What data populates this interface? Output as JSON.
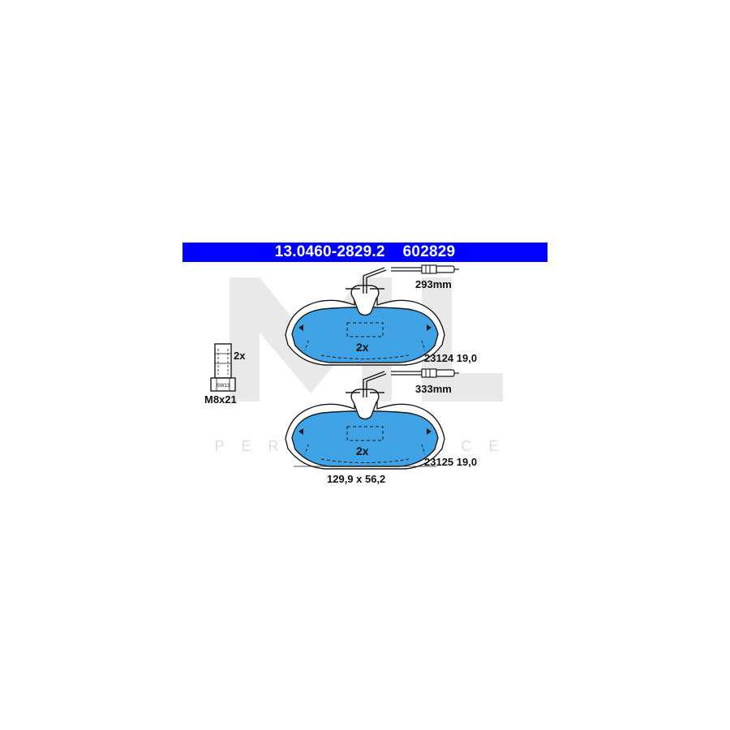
{
  "watermark": {
    "letters": "ML",
    "tagline": "PERFORMANCE"
  },
  "header": {
    "part_number": "13.0460-2829.2",
    "ref_number": "602829"
  },
  "bolt": {
    "quantity": "2x",
    "size": "M8x21",
    "head_text": "SW13"
  },
  "pads": [
    {
      "quantity": "2x",
      "sensor_length": "293mm",
      "code": "23124 19,0"
    },
    {
      "quantity": "2x",
      "sensor_length": "333mm",
      "code": "23125 19,0"
    }
  ],
  "dimensions": "129,9 x 56,2",
  "colors": {
    "header_bg": "#0000ff",
    "pad_fill": "#3fa3e6",
    "outline": "#1a1a1a",
    "watermark": "#e6e6e6"
  }
}
